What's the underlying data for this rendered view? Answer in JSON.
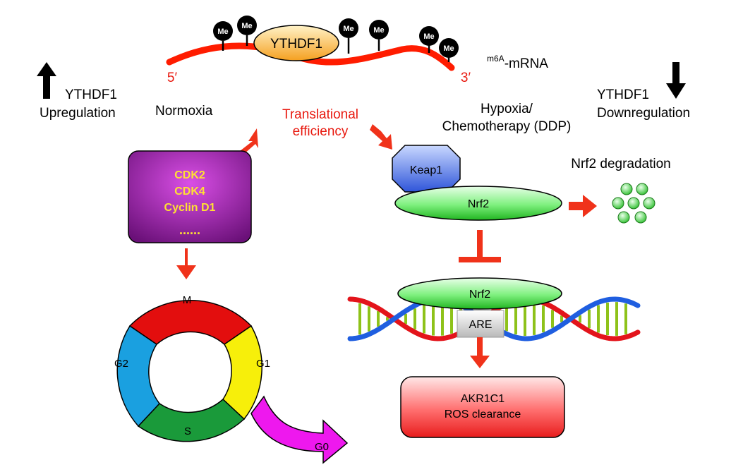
{
  "mrna": {
    "reader_label": "YTHDF1",
    "methyl_label": "Me",
    "five_prime": "5′",
    "three_prime": "3′",
    "mrna_label_sup": "m6A",
    "mrna_label_main": "-mRNA"
  },
  "left": {
    "reg_line1": "YTHDF1",
    "reg_line2": "Upregulation",
    "condition": "Normoxia"
  },
  "center": {
    "line1": "Translational",
    "line2": "efficiency"
  },
  "right": {
    "reg_line1": "YTHDF1",
    "reg_line2": "Downregulation",
    "condition_line1": "Hypoxia/",
    "condition_line2": "Chemotherapy (DDP)",
    "degradation": "Nrf2 degradation"
  },
  "cyclin_box": {
    "items": [
      "CDK2",
      "CDK4",
      "Cyclin D1"
    ],
    "ellipsis": "......"
  },
  "cell_cycle": {
    "phases": [
      "M",
      "G1",
      "S",
      "G2"
    ],
    "exit": "G0",
    "colors": {
      "M": "#e30e0e",
      "G1": "#f7ef0a",
      "S": "#1a9a3a",
      "G2": "#1aa0e0",
      "G0": "#ee18ee"
    }
  },
  "pathway": {
    "keap1": "Keap1",
    "nrf2_top": "Nrf2",
    "nrf2_dna": "Nrf2",
    "are": "ARE",
    "akr_line1": "AKR1C1",
    "akr_line2": "ROS clearance"
  },
  "colors": {
    "arrow_red": "#f0321a",
    "mrna_red": "#ff1c00",
    "box_purple": "#a12eb0",
    "box_text_yellow": "#ffe033",
    "nrf2_green": "#7cf07c",
    "keap_blue": "#4f6fe6",
    "dna_red": "#e3141b",
    "dna_blue": "#1f5ee0",
    "rung_green": "#8ec21a"
  }
}
